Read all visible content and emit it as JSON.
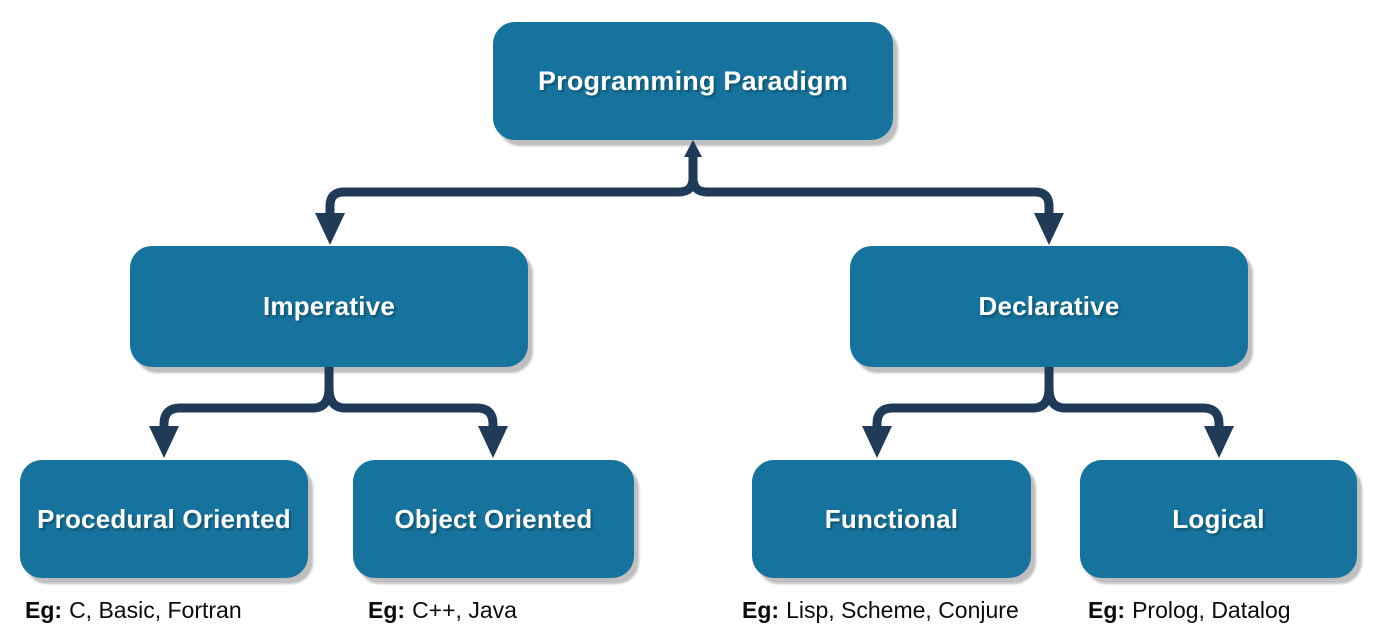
{
  "diagram_title": "Programming Paradigm",
  "nodes": {
    "root": {
      "label": "Programming Paradigm"
    },
    "imperative": {
      "label": "Imperative"
    },
    "declarative": {
      "label": "Declarative"
    },
    "procedural": {
      "label": "Procedural Oriented"
    },
    "object_oriented": {
      "label": "Object Oriented"
    },
    "functional": {
      "label": "Functional"
    },
    "logical": {
      "label": "Logical"
    }
  },
  "edges": [
    [
      "root",
      "imperative"
    ],
    [
      "root",
      "declarative"
    ],
    [
      "imperative",
      "procedural"
    ],
    [
      "imperative",
      "object_oriented"
    ],
    [
      "declarative",
      "functional"
    ],
    [
      "declarative",
      "logical"
    ]
  ],
  "captions": {
    "procedural": {
      "prefix": "Eg:",
      "examples": "C, Basic, Fortran"
    },
    "object_oriented": {
      "prefix": "Eg:",
      "examples": "C++, Java"
    },
    "functional": {
      "prefix": "Eg:",
      "examples": "Lisp, Scheme, Conjure"
    },
    "logical": {
      "prefix": "Eg:",
      "examples": "Prolog, Datalog"
    }
  },
  "colors": {
    "node_fill": "#16739d",
    "node_text": "#ffffff",
    "connector": "#1f3b57",
    "caption_text": "#0b0b0b",
    "shadow": "#bfbfbf"
  }
}
